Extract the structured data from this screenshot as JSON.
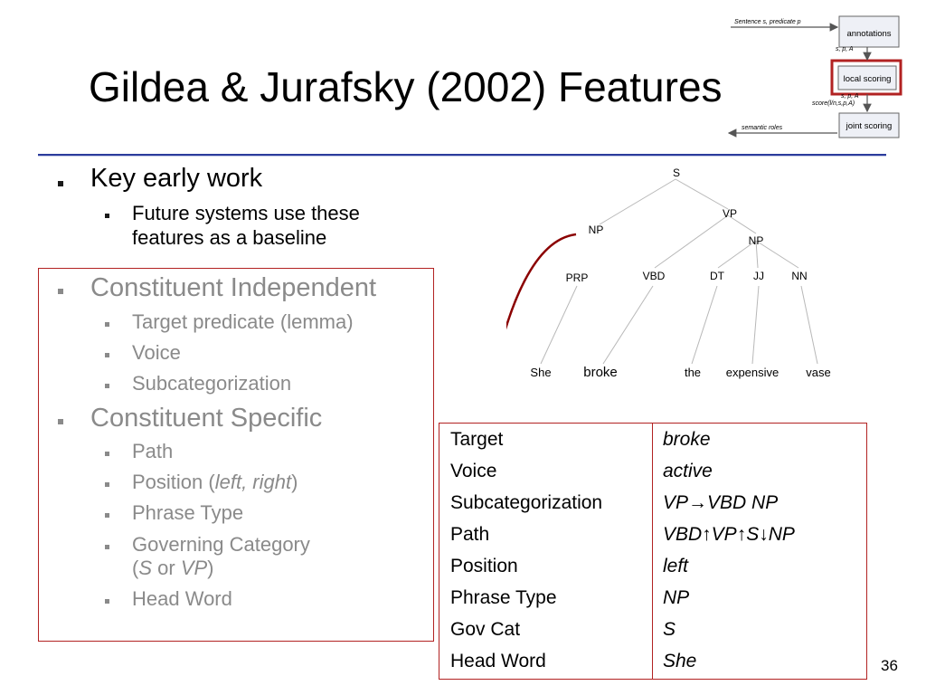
{
  "slide": {
    "title": "Gildea & Jurafsky (2002) Features",
    "page_number": "36"
  },
  "bullets": {
    "key_early": "Key early work",
    "future_line1": "Future systems use these",
    "future_line2": "features as a baseline",
    "constituent_independent": "Constituent Independent",
    "target_predicate": "Target predicate (lemma)",
    "voice": "Voice",
    "subcategorization": "Subcategorization",
    "constituent_specific": "Constituent Specific",
    "path": "Path",
    "position_prefix": "Position (",
    "position_italic": "left, right",
    "position_suffix": ")",
    "governing_line1": "Governing Category",
    "gov_paren_open": "(",
    "gov_s": "S",
    "gov_or": " or ",
    "gov_vp": "VP",
    "gov_paren_close": ")",
    "phrase_type": "Phrase Type",
    "head_word": "Head Word"
  },
  "pipeline": {
    "annotations": "annotations",
    "local_scoring": "local scoring",
    "joint_scoring": "joint scoring",
    "input_label": "Sentence s, predicate p",
    "spa_1": "s, p, A",
    "spa_2": "s, p, A",
    "score_label": "score(l/n,s,p,A)",
    "semantic_roles": "semantic roles",
    "highlight_color": "#b22222"
  },
  "tree": {
    "S": "S",
    "VP": "VP",
    "NP_subj": "NP",
    "NP_obj": "NP",
    "PRP": "PRP",
    "VBD": "VBD",
    "DT": "DT",
    "JJ": "JJ",
    "NN": "NN",
    "she": "She",
    "broke": "broke",
    "the": "the",
    "expensive": "expensive",
    "vase": "vase",
    "arrow_color": "#8b0000"
  },
  "features": [
    {
      "name": "Target",
      "value": "broke"
    },
    {
      "name": "Voice",
      "value": "active"
    },
    {
      "name": "Subcategorization",
      "value": "VP→VBD NP"
    },
    {
      "name": "Path",
      "value": "VBD↑VP↑S↓NP"
    },
    {
      "name": "Position",
      "value": "left"
    },
    {
      "name": "Phrase Type",
      "value": "NP"
    },
    {
      "name": "Gov Cat",
      "value": "S"
    },
    {
      "name": "Head Word",
      "value": "She"
    }
  ]
}
